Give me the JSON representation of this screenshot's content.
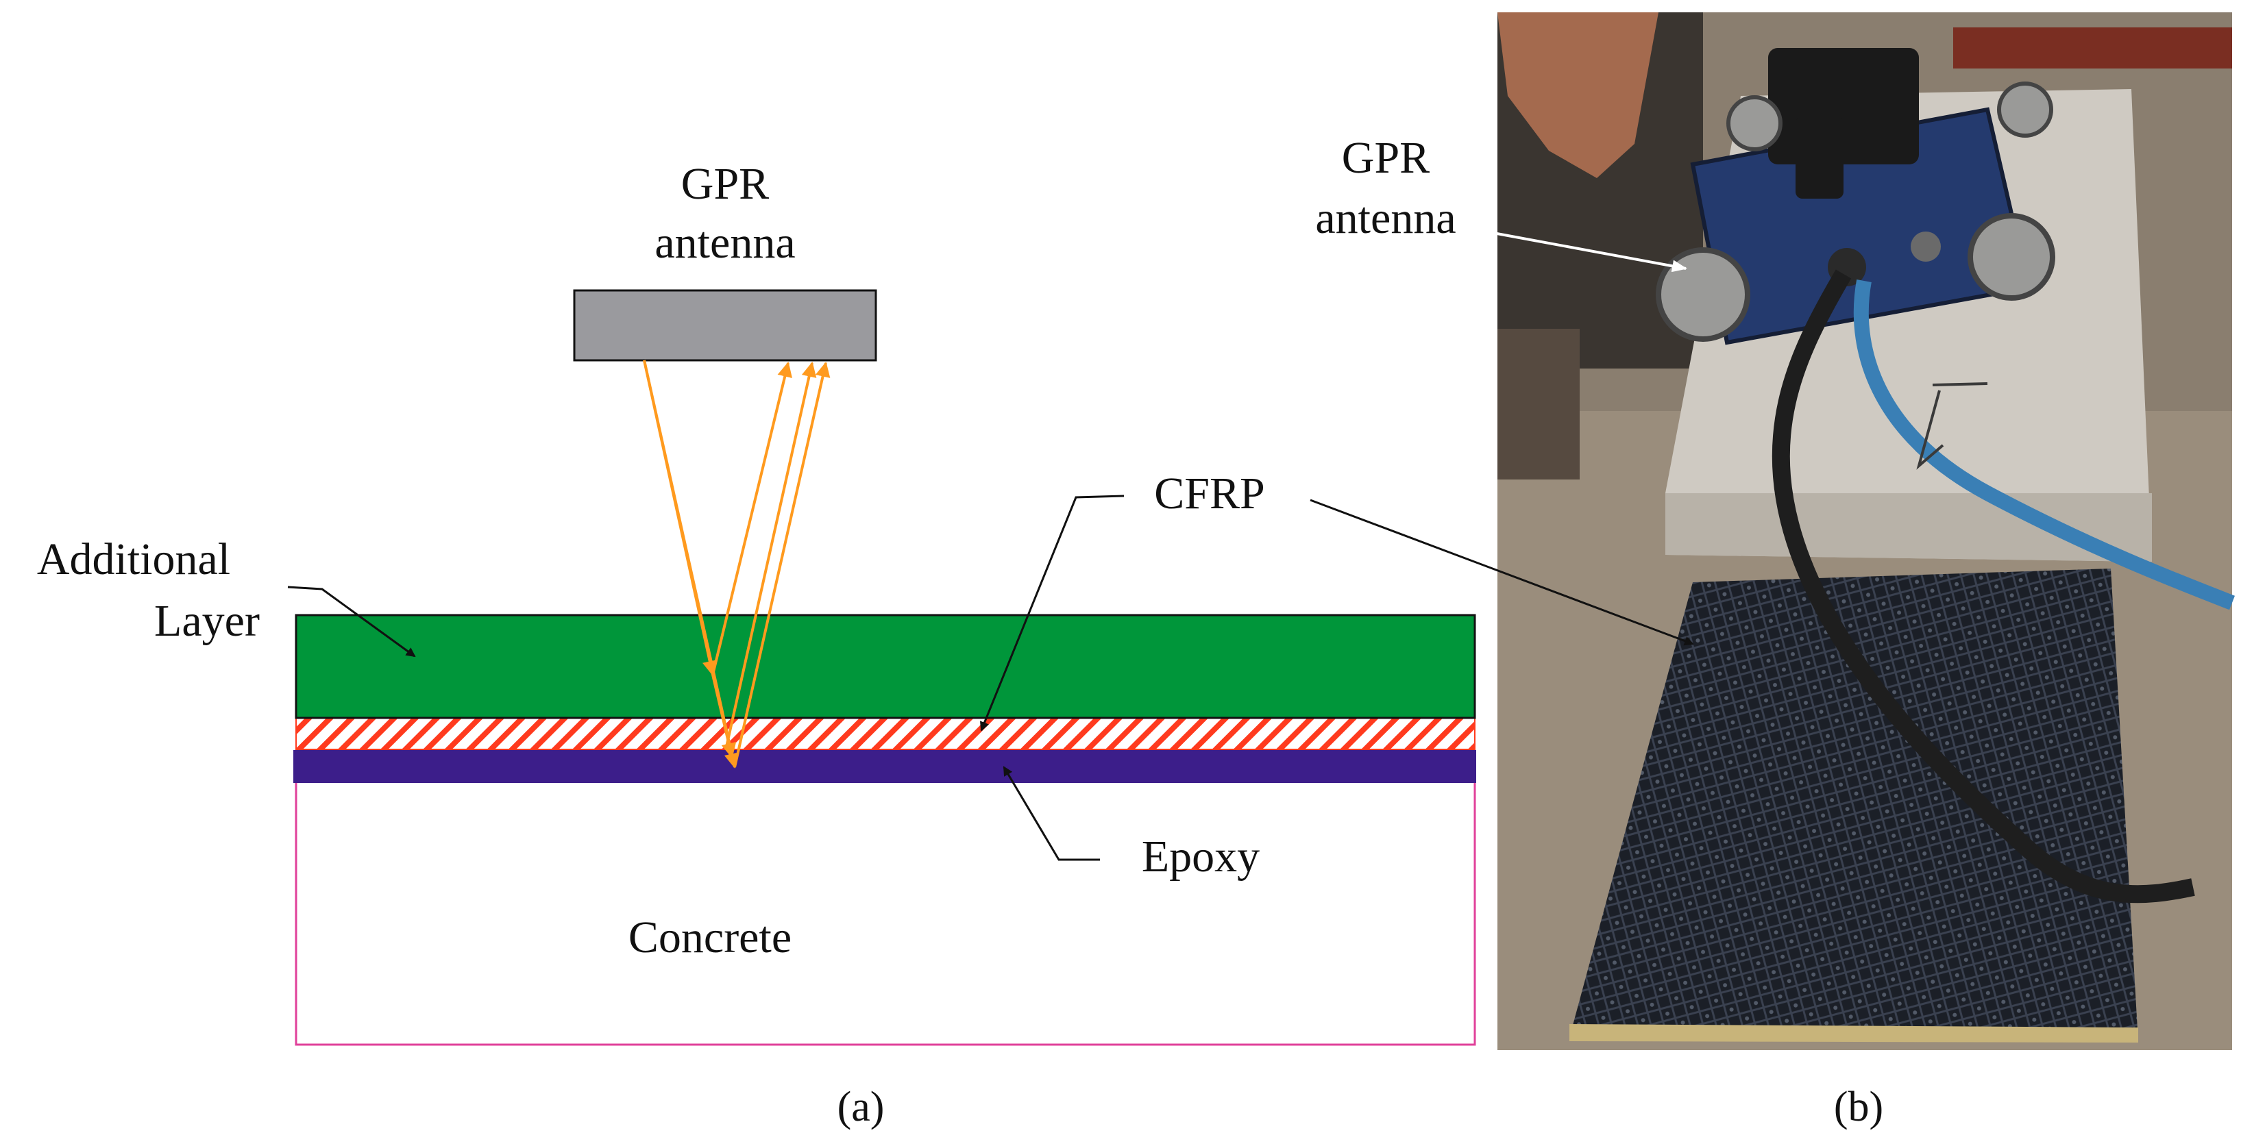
{
  "panel_a": {
    "antenna_label_line1": "GPR",
    "antenna_label_line2": "antenna",
    "additional_layer_line1": "Additional",
    "additional_layer_line2": "Layer",
    "cfrp_label": "CFRP",
    "epoxy_label": "Epoxy",
    "concrete_label": "Concrete",
    "caption": "(a)",
    "colors": {
      "antenna_fill": "#9a9a9e",
      "additional_layer": "#00963a",
      "cfrp_hatch": "#ff3a1e",
      "epoxy": "#3c1e8a",
      "concrete_outline": "#e0409a",
      "ray": "#ff9a1e"
    }
  },
  "panel_b": {
    "antenna_label_line1": "GPR",
    "antenna_label_line2": "antenna",
    "caption": "(b)"
  }
}
